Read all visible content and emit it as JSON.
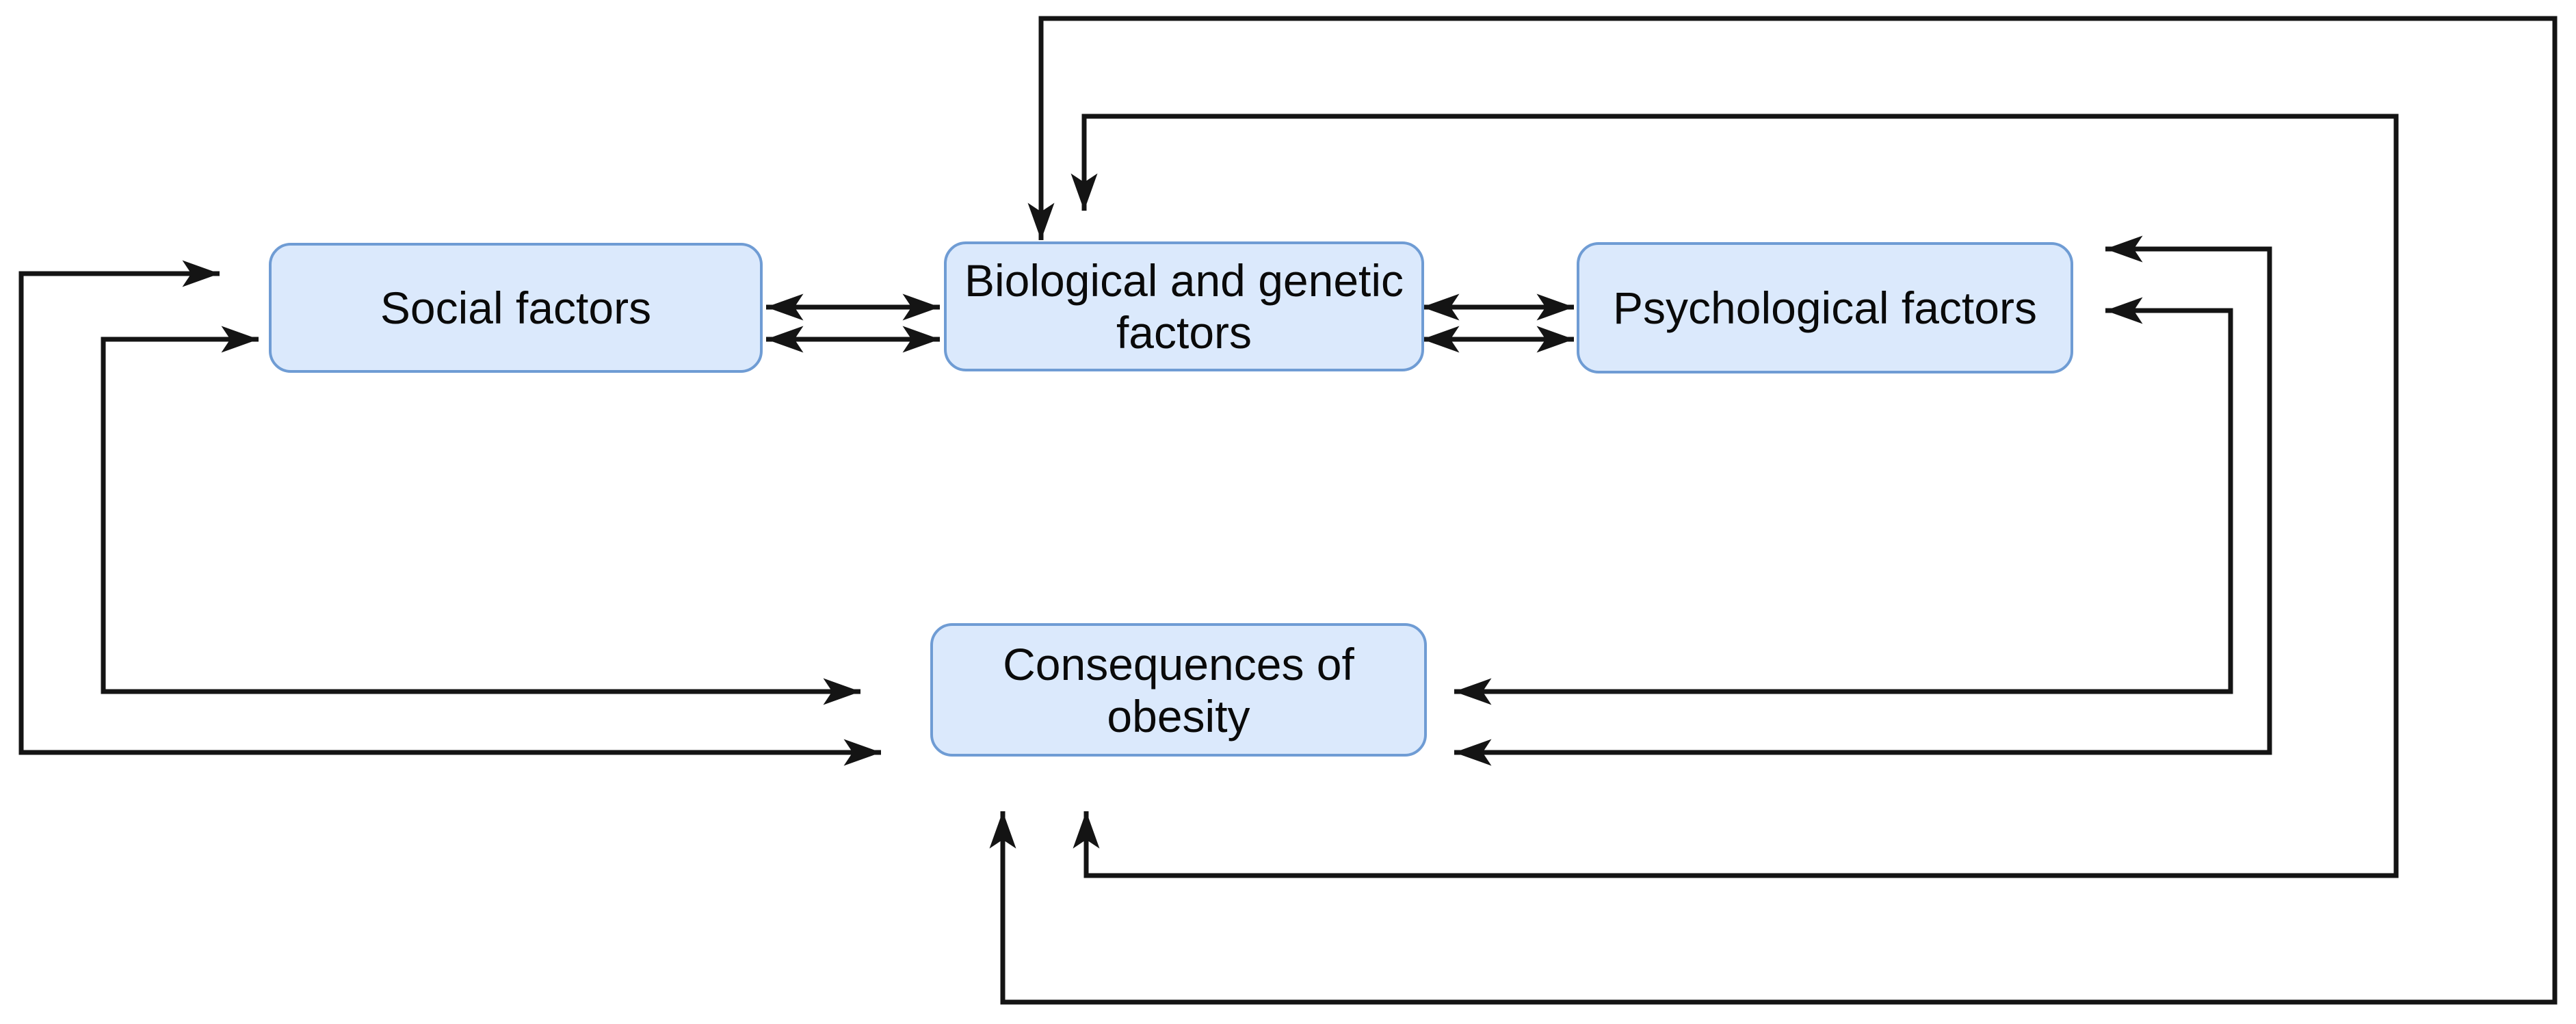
{
  "diagram": {
    "nodes": {
      "social": {
        "label": "Social factors"
      },
      "biological": {
        "label": "Biological and genetic\nfactors"
      },
      "psychological": {
        "label": "Psychological factors"
      },
      "consequences": {
        "label": "Consequences of\nobesity"
      }
    },
    "edges": [
      {
        "id": "social-biological-upper",
        "from": "Social factors",
        "to": "Biological and genetic factors",
        "direction": "bidirectional",
        "route": "direct horizontal"
      },
      {
        "id": "social-biological-lower",
        "from": "Social factors",
        "to": "Biological and genetic factors",
        "direction": "bidirectional",
        "route": "direct horizontal"
      },
      {
        "id": "biological-psychological-upper",
        "from": "Biological and genetic factors",
        "to": "Psychological factors",
        "direction": "bidirectional",
        "route": "direct horizontal"
      },
      {
        "id": "biological-psychological-lower",
        "from": "Biological and genetic factors",
        "to": "Psychological factors",
        "direction": "bidirectional",
        "route": "direct horizontal"
      },
      {
        "id": "consequences-biological-outer",
        "from": "Consequences of obesity",
        "to": "Biological and genetic factors",
        "direction": "bidirectional",
        "route": "outer loop via right side and top"
      },
      {
        "id": "consequences-biological-inner",
        "from": "Consequences of obesity",
        "to": "Biological and genetic factors",
        "direction": "bidirectional",
        "route": "inner loop via right side and top"
      },
      {
        "id": "consequences-social-outer",
        "from": "Consequences of obesity",
        "to": "Social factors",
        "direction": "bidirectional",
        "route": "outer loop via left side"
      },
      {
        "id": "consequences-social-inner",
        "from": "Consequences of obesity",
        "to": "Social factors",
        "direction": "bidirectional",
        "route": "inner loop via left side"
      },
      {
        "id": "consequences-psychological-outer",
        "from": "Consequences of obesity",
        "to": "Psychological factors",
        "direction": "bidirectional",
        "route": "outer loop via right side"
      },
      {
        "id": "consequences-psychological-inner",
        "from": "Consequences of obesity",
        "to": "Psychological factors",
        "direction": "bidirectional",
        "route": "inner loop via right side"
      }
    ]
  },
  "colors": {
    "background": "#ffffff",
    "node_fill": "#dbe9fc",
    "node_border": "#6f9cd4",
    "line": "#141414",
    "text": "#0a0a0a"
  }
}
